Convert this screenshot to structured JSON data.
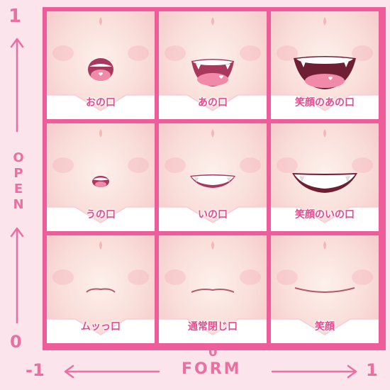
{
  "axes": {
    "y_max": "1",
    "y_min": "0",
    "y_label": "OPEN",
    "x_min": "-1",
    "x_max": "1",
    "x_zero": "0",
    "x_label": "FORM"
  },
  "colors": {
    "accent": "#ec6fa2",
    "border": "#ee5c9a",
    "skin": "#f9ddd8",
    "mouth": "#c85a78",
    "tongue": "#f08aa8"
  },
  "cells": [
    {
      "caption": "おの口",
      "form": -1,
      "open": 1,
      "mouth": "o-tongue"
    },
    {
      "caption": "あの口",
      "form": 0,
      "open": 1,
      "mouth": "a-fangs"
    },
    {
      "caption": "笑顔のあの口",
      "form": 1,
      "open": 1,
      "mouth": "smile-open"
    },
    {
      "caption": "うの口",
      "form": -1,
      "open": 0.5,
      "mouth": "u-small"
    },
    {
      "caption": "いの口",
      "form": 0,
      "open": 0.5,
      "mouth": "i-teeth"
    },
    {
      "caption": "笑顔のいの口",
      "form": 1,
      "open": 0.5,
      "mouth": "smile-teeth"
    },
    {
      "caption": "ムッっ口",
      "form": -1,
      "open": 0,
      "mouth": "pout-line"
    },
    {
      "caption": "通常閉じ口",
      "form": 0,
      "open": 0,
      "mouth": "neutral-line"
    },
    {
      "caption": "笑顔",
      "form": 1,
      "open": 0,
      "mouth": "smile-line"
    }
  ]
}
